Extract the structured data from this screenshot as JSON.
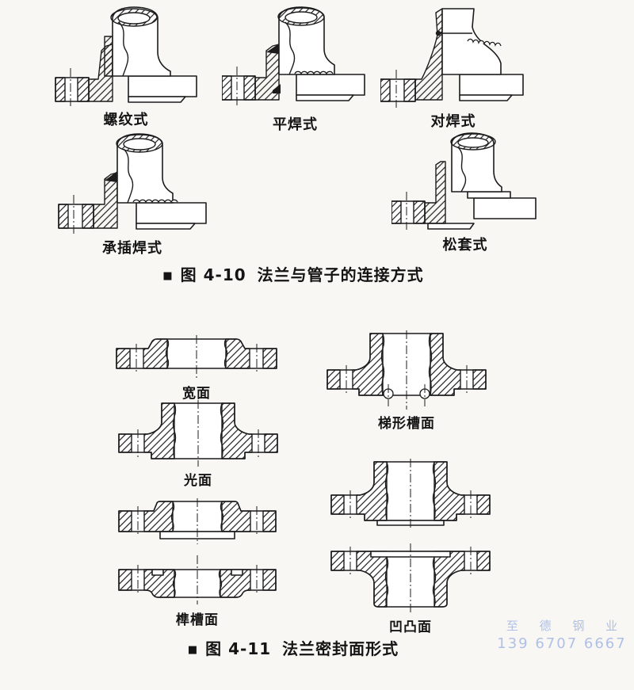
{
  "figure_4_10": {
    "caption_bullet": "■",
    "caption_id": "图 4-10",
    "caption_title": "法兰与管子的连接方式",
    "items": [
      {
        "label": "螺纹式"
      },
      {
        "label": "平焊式"
      },
      {
        "label": "对焊式"
      },
      {
        "label": "承插焊式"
      },
      {
        "label": "松套式"
      }
    ]
  },
  "figure_4_11": {
    "caption_bullet": "■",
    "caption_id": "图 4-11",
    "caption_title": "法兰密封面形式",
    "items": [
      {
        "label": "宽面"
      },
      {
        "label": "光面"
      },
      {
        "label": "榫槽面"
      },
      {
        "label": "梯形槽面"
      },
      {
        "label": "凹凸面"
      }
    ]
  },
  "watermark": {
    "line1": "至 德 钢 业",
    "line2": "139 6707 6667",
    "color": "#a3b6e4"
  }
}
